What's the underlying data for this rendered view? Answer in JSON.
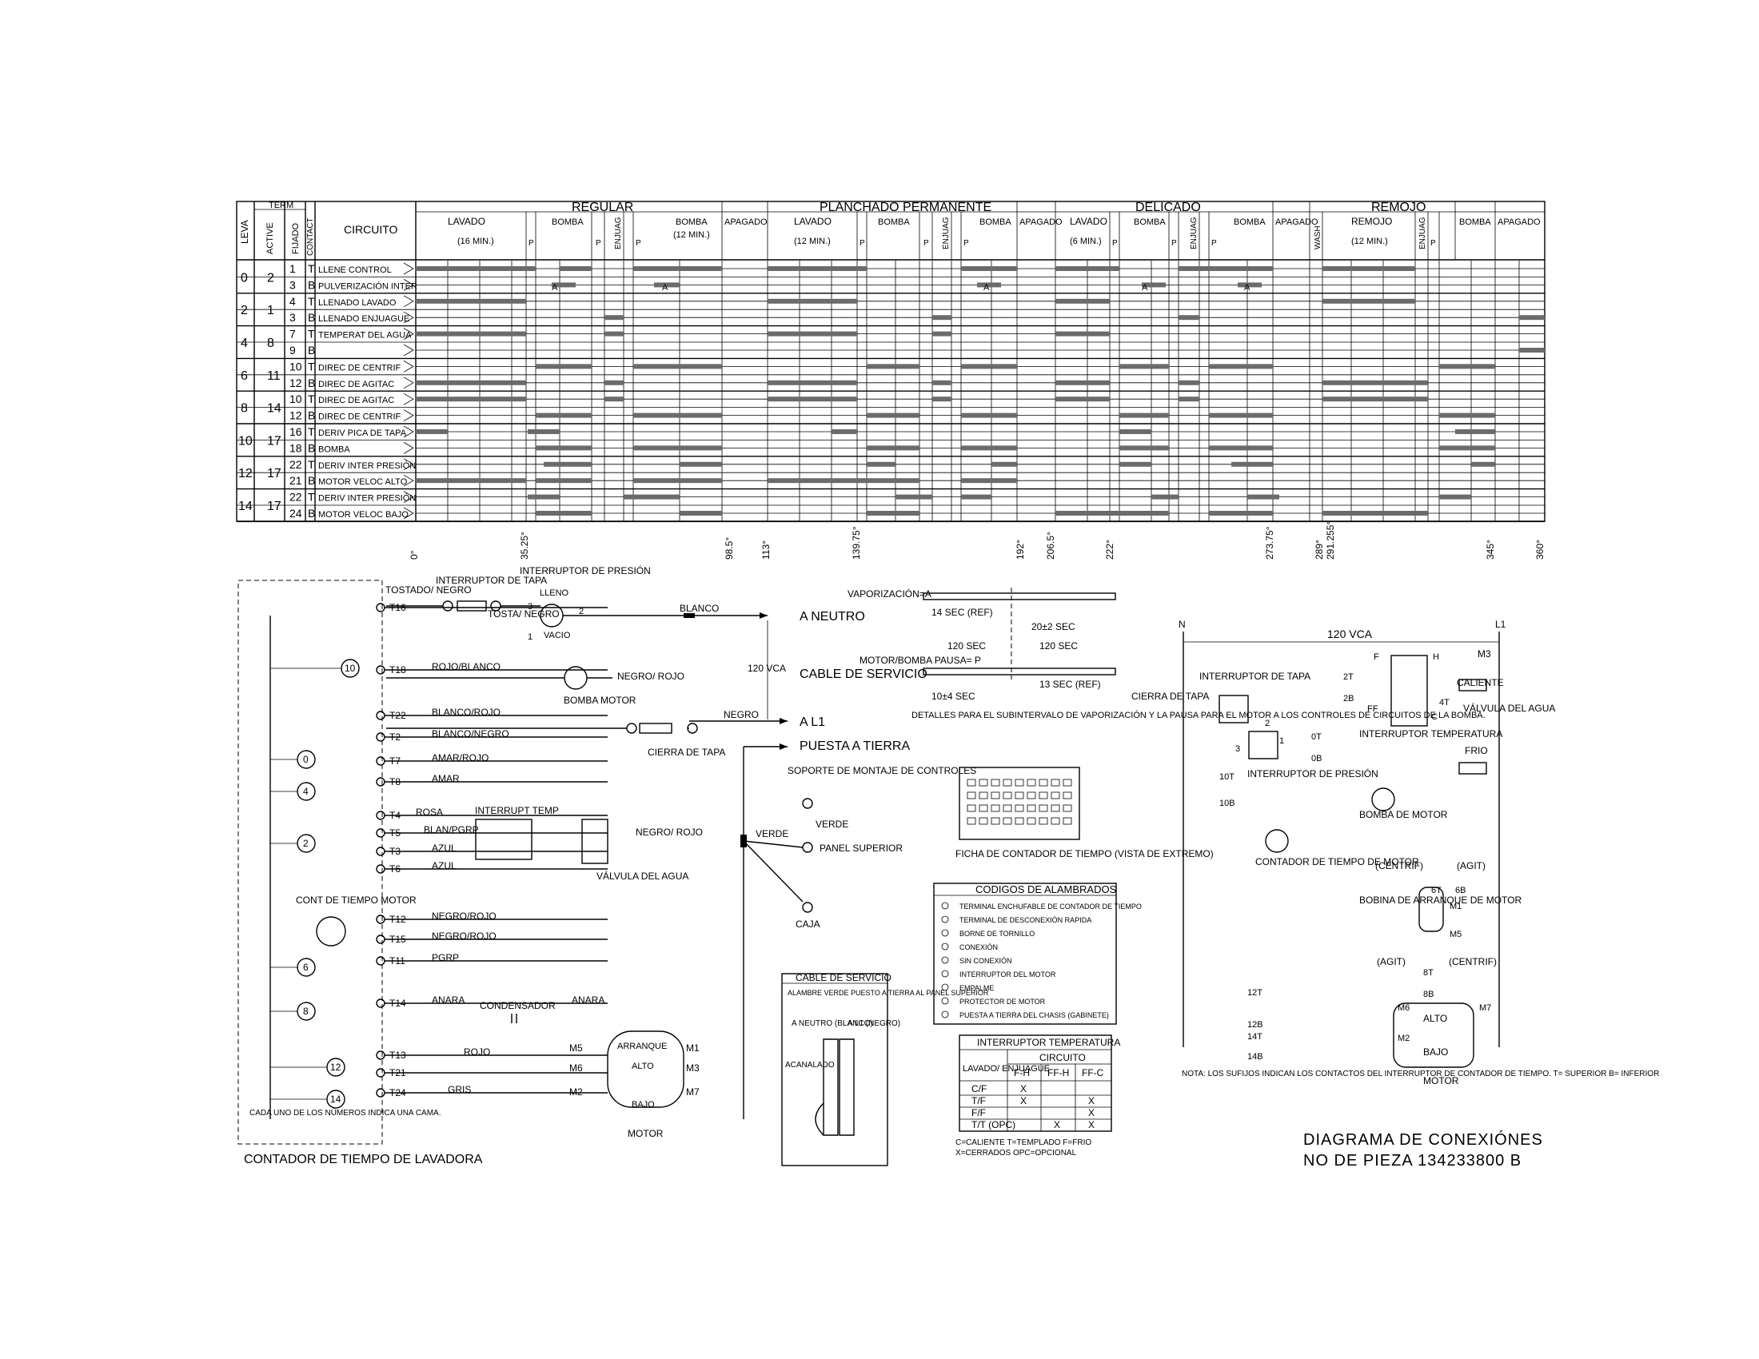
{
  "chart": {
    "header": {
      "leva": "LEVA",
      "term": "TERM",
      "active": "ACTIVE",
      "fijado": "FIJADO",
      "contact": "CONTACT",
      "circuito": "CIRCUITO"
    },
    "groups": [
      {
        "name": "REGULAR"
      },
      {
        "name": "PLANCHADO PERMANENTE"
      },
      {
        "name": "DELICADO"
      },
      {
        "name": "REMOJO"
      }
    ],
    "phases": [
      "LAVADO",
      "(16 MIN.)",
      "P",
      "BOMBA",
      "ENJUAG",
      "P",
      "P",
      "BOMBA",
      "(12 MIN.)",
      "APAGADO",
      "LAVADO",
      "(12 MIN.)",
      "P",
      "BOMBA",
      "ENJUAG",
      "P",
      "P",
      "BOMBA",
      "APAGADO",
      "LAVADO",
      "(6 MIN.)",
      "P",
      "BOMBA",
      "P",
      "ENJUAG",
      "P",
      "BOMBA",
      "APAGADO",
      "WASH",
      "REMOJO",
      "(12 MIN.)",
      "ENJUAG",
      "P",
      "BOMBA",
      "APAGADO"
    ],
    "marks": [
      "A",
      "A",
      "A",
      "A",
      "A"
    ],
    "rows": [
      {
        "leva": "0",
        "active": "2",
        "fijado": "1",
        "contact": "T",
        "circuit": "LLENE CONTROL"
      },
      {
        "leva": "",
        "active": "",
        "fijado": "3",
        "contact": "B",
        "circuit": "PULVERIZACIÓN INTER"
      },
      {
        "leva": "2",
        "active": "1",
        "fijado": "4",
        "contact": "T",
        "circuit": "LLENADO LAVADO"
      },
      {
        "leva": "",
        "active": "",
        "fijado": "3",
        "contact": "B",
        "circuit": "LLENADO ENJUAGUE"
      },
      {
        "leva": "4",
        "active": "8",
        "fijado": "7",
        "contact": "T",
        "circuit": "TEMPERAT DEL AGUA"
      },
      {
        "leva": "",
        "active": "",
        "fijado": "9",
        "contact": "B",
        "circuit": ""
      },
      {
        "leva": "6",
        "active": "11",
        "fijado": "10",
        "contact": "T",
        "circuit": "DIREC DE CENTRIF"
      },
      {
        "leva": "",
        "active": "",
        "fijado": "12",
        "contact": "B",
        "circuit": "DIREC DE AGITAC"
      },
      {
        "leva": "8",
        "active": "14",
        "fijado": "10",
        "contact": "T",
        "circuit": "DIREC DE AGITAC"
      },
      {
        "leva": "",
        "active": "",
        "fijado": "12",
        "contact": "B",
        "circuit": "DIREC DE CENTRIF"
      },
      {
        "leva": "10",
        "active": "17",
        "fijado": "16",
        "contact": "T",
        "circuit": "DERIV PICA DE TAPA"
      },
      {
        "leva": "",
        "active": "",
        "fijado": "18",
        "contact": "B",
        "circuit": "BOMBA"
      },
      {
        "leva": "12",
        "active": "17",
        "fijado": "22",
        "contact": "T",
        "circuit": "DERIV INTER PRESIÓN"
      },
      {
        "leva": "",
        "active": "",
        "fijado": "21",
        "contact": "B",
        "circuit": "MOTOR VELOC ALTO"
      },
      {
        "leva": "14",
        "active": "17",
        "fijado": "22",
        "contact": "T",
        "circuit": "DERIV INTER PRESIÓN"
      },
      {
        "leva": "",
        "active": "",
        "fijado": "24",
        "contact": "B",
        "circuit": "MOTOR VELOC BAJO"
      }
    ],
    "degrees": [
      "0°",
      "35.25°",
      "98.5°",
      "113°",
      "139.75°",
      "192°",
      "206.5°",
      "222°",
      "273.75°",
      "289°",
      "291.255°",
      "345°",
      "360°"
    ]
  },
  "left": {
    "terminals": [
      "T16",
      "T18",
      "T22",
      "T2",
      "T7",
      "T8",
      "T4",
      "T5",
      "T3",
      "T6",
      "T12",
      "T15",
      "T11",
      "T14",
      "T13",
      "T21",
      "T24"
    ],
    "wires": [
      "ROJO/BLANCO",
      "BLANCO/ROJO",
      "BLANCO/NEGRO",
      "AMAR/ROJO",
      "AMAR",
      "ROSA",
      "BLAN/PGRP",
      "AZUL",
      "AZUL",
      "NEGRO/ROJO",
      "NEGRO/ROJO",
      "PGRP",
      "ANARA",
      "ANARA",
      "ROJO",
      "GRIS"
    ],
    "cams": [
      "10",
      "0",
      "4",
      "2",
      "6",
      "8",
      "12",
      "14"
    ],
    "labels": {
      "tostado_negro": "TOSTADO/ NEGRO",
      "interruptor_tapa": "INTERRUPTOR DE TAPA",
      "interruptor_presion": "INTERRUPTOR DE PRESIÓN",
      "lleno": "LLENO",
      "vacio": "VACIO",
      "tosta_negro": "TOSTA/ NEGRO",
      "blanco": "BLANCO",
      "a_neutro": "A NEUTRO",
      "vca": "120 VCA",
      "cable_servicio": "CABLE DE SERVICIO",
      "negro": "NEGRO",
      "a_l1": "A L1",
      "puesta_tierra": "PUESTA A TIERRA",
      "bomba_motor": "BOMBA MOTOR",
      "negro_rojo": "NEGRO/ ROJO",
      "cierra_tapa": "CIERRA DE TAPA",
      "interrupt_temp": "INTERRUPT TEMP",
      "valvula": "VÁLVULA DEL AGUA",
      "cont_tiempo_motor": "CONT DE TIEMPO MOTOR",
      "condensador": "CONDENSADOR",
      "arranque": "ARRANQUE",
      "alto": "ALTO",
      "bajo": "BAJO",
      "motor": "MOTOR",
      "cada_uno": "CADA UNO DE LOS NÚMEROS INDICA UNA CAMA.",
      "contador_title": "CONTADOR DE TIEMPO DE LAVADORA",
      "soporte": "SOPORTE DE MONTAJE DE CONTROLES",
      "verde": "VERDE",
      "panel_superior": "PANEL SUPERIOR",
      "caja": "CAJA"
    }
  },
  "service_box": {
    "title": "CABLE DE SERVICIO",
    "text": "ALAMBRE VERDE PUESTO A TIERRA AL PANEL SUPERIOR",
    "a_neutro": "A NEUTRO (BLANCO)",
    "a_l1": "A L1 (NEGRO)",
    "acanalado": "ACANALADO"
  },
  "timing": {
    "vaporizacion": "VAPORIZACIÓN=A",
    "sec14": "14 SEC (REF)",
    "sec20": "20±2 SEC",
    "sec120a": "120 SEC",
    "sec120b": "120 SEC",
    "motor_bomba": "MOTOR/BOMBA PAUSA= P",
    "sec13": "13 SEC (REF)",
    "sec10": "10±4 SEC",
    "detalles": "DETALLES PARA EL SUBINTERVALO DE VAPORIZACIÓN Y LA PAUSA PARA EL MOTOR A LOS CONTROLES DE CIRCUITOS DE LA BOMBA.",
    "ficha": "FICHA DE CONTADOR DE TIEMPO (VISTA DE EXTREMO)"
  },
  "codes": {
    "title": "CODIGOS DE ALAMBRADOS",
    "items": [
      "TERMINAL ENCHUFABLE DE CONTADOR DE TIEMPO",
      "TERMINAL DE DESCONEXIÓN RAPIDA",
      "BORNE DE TORNILLO",
      "CONEXIÓN",
      "SIN CONEXIÓN",
      "INTERRUPTOR DEL MOTOR",
      "EMPALME",
      "PROTECTOR DE MOTOR",
      "PUESTA A TIERRA DEL CHASIS (GABINETE)"
    ]
  },
  "temp_table": {
    "title": "INTERRUPTOR TEMPERATURA",
    "circuito": "CIRCUITO",
    "row_header": "LAVADO/ ENJUAGUE",
    "cols": [
      "F-H",
      "FF-H",
      "FF-C"
    ],
    "rows": [
      {
        "label": "C/F",
        "cells": [
          "X",
          "",
          ""
        ]
      },
      {
        "label": "T/F",
        "cells": [
          "X",
          "",
          "X"
        ]
      },
      {
        "label": "F/F",
        "cells": [
          "",
          "",
          "X"
        ]
      },
      {
        "label": "T/T (OPC)",
        "cells": [
          "",
          "X",
          "X"
        ]
      }
    ],
    "legend1": "C=CALIENTE   T=TEMPLADO   F=FRIO",
    "legend2": "X=CERRADOS    OPC=OPCIONAL"
  },
  "right": {
    "n": "N",
    "l1": "L1",
    "vca": "120 VCA",
    "m3": "M3",
    "cierra_tapa": "CIERRA DE TAPA",
    "interruptor_tapa": "INTERRUPTOR DE TAPA",
    "interruptor_presion": "INTERRUPTOR DE PRESIÓN",
    "interruptor_temp": "INTERRUPTOR TEMPERATURA",
    "caliente": "CALIENTE",
    "frio": "FRIO",
    "valvula": "VÁLVULA DEL AGUA",
    "bomba_motor": "BOMBA DE MOTOR",
    "contador": "CONTADOR DE TIEMPO DE MOTOR",
    "bobina": "BOBINA DE ARRANQUE DE MOTOR",
    "centrif": "(CENTRIF)",
    "agit": "(AGIT)",
    "alto": "ALTO",
    "bajo": "BAJO",
    "motor": "MOTOR",
    "terms": [
      "2T",
      "2B",
      "4T",
      "10T",
      "10B",
      "0T",
      "0B",
      "6T",
      "6B",
      "8T",
      "8B",
      "12T",
      "12B",
      "14T",
      "14B",
      "M1",
      "M5",
      "M6",
      "M7",
      "M2",
      "F",
      "H",
      "FF",
      "C",
      "2",
      "1",
      "3"
    ],
    "nota": "NOTA: LOS SUFIJOS INDICAN LOS CONTACTOS DEL INTERRUPTOR DE CONTADOR DE TIEMPO. T= SUPERIOR B= INFERIOR"
  },
  "title_block": {
    "line1": "DIAGRAMA DE CONEXIÓNES",
    "line2": "NO DE PIEZA 134233800 B"
  }
}
